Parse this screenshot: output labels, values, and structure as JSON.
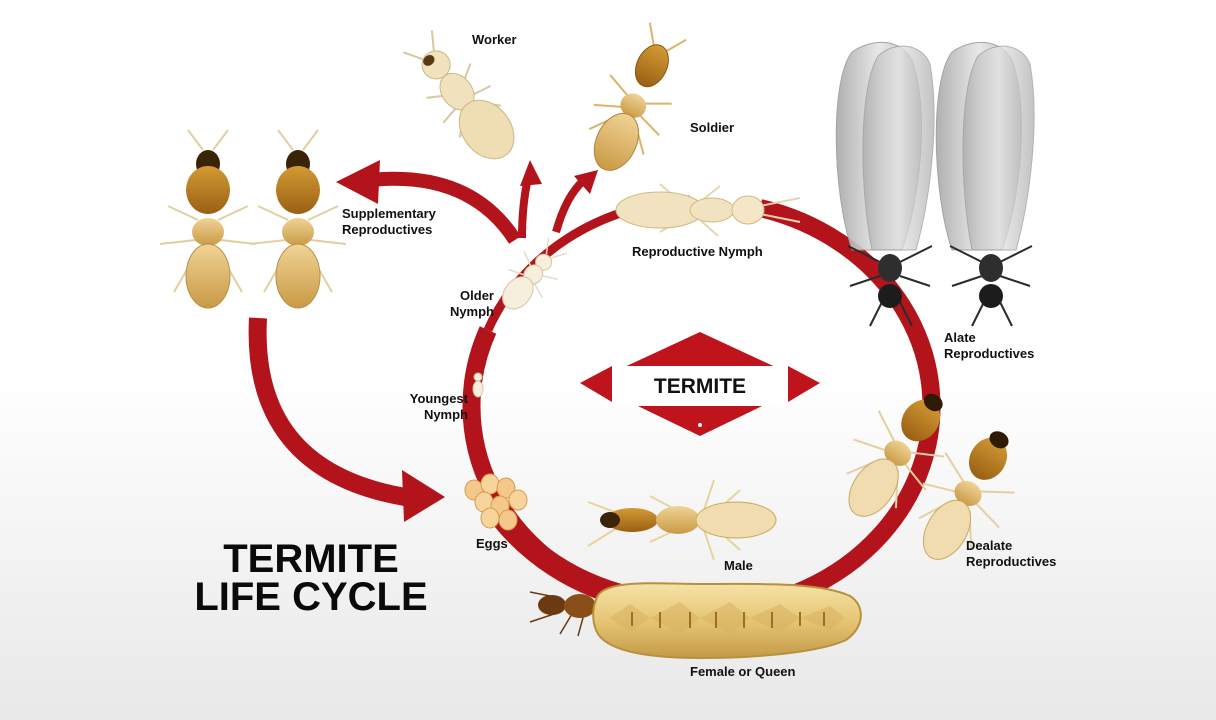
{
  "title": {
    "line1": "TERMITE",
    "line2": "LIFE CYCLE"
  },
  "badge": "TERMITE",
  "stages": {
    "worker": "Worker",
    "soldier": "Soldier",
    "supplementary": "Supplementary\nReproductives",
    "reproductive_nymph": "Reproductive Nymph",
    "alate": "Alate\nReproductives",
    "older_nymph": "Older\nNymph",
    "youngest_nymph": "Youngest\nNymph",
    "eggs": "Eggs",
    "male": "Male",
    "dealate": "Dealate\nReproductives",
    "queen": "Female or Queen"
  },
  "colors": {
    "cycle_red": "#b3141c",
    "body_gold": "#d8a84c",
    "head_amber": "#b67a1c",
    "wing_grey": "#c9c9c9",
    "text": "#111111"
  },
  "icons": [
    "worker-termite-icon",
    "soldier-termite-icon",
    "supplementary-reproductive-icon",
    "reproductive-nymph-icon",
    "alate-termite-icon",
    "older-nymph-icon",
    "youngest-nymph-icon",
    "eggs-icon",
    "male-termite-icon",
    "dealate-termite-icon",
    "queen-termite-icon"
  ]
}
